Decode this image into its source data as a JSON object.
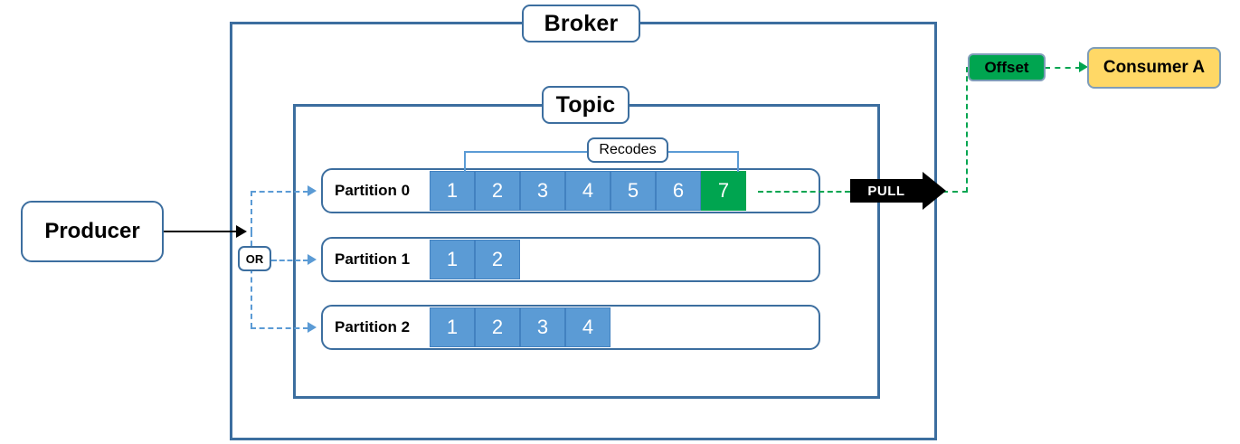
{
  "diagram": {
    "title_broker": "Broker",
    "title_topic": "Topic",
    "producer": {
      "label": "Producer"
    },
    "or_connector": {
      "label": "OR"
    },
    "recodes": {
      "label": "Recodes"
    },
    "pull": {
      "label": "PULL"
    },
    "offset": {
      "label": "Offset"
    },
    "consumer": {
      "label": "Consumer A"
    },
    "partitions": [
      {
        "label": "Partition 0",
        "records": [
          "1",
          "2",
          "3",
          "4",
          "5",
          "6",
          "7"
        ],
        "latest_index": 6
      },
      {
        "label": "Partition 1",
        "records": [
          "1",
          "2"
        ],
        "latest_index": -1
      },
      {
        "label": "Partition 2",
        "records": [
          "1",
          "2",
          "3",
          "4"
        ],
        "latest_index": -1
      }
    ],
    "colors": {
      "frame_blue": "#3C6E9F",
      "record_blue": "#5B9BD5",
      "latest_green": "#00A550",
      "consumer_yellow": "#FFD866",
      "pull_black": "#000000",
      "border_gray_blue": "#7F9DB9"
    }
  }
}
